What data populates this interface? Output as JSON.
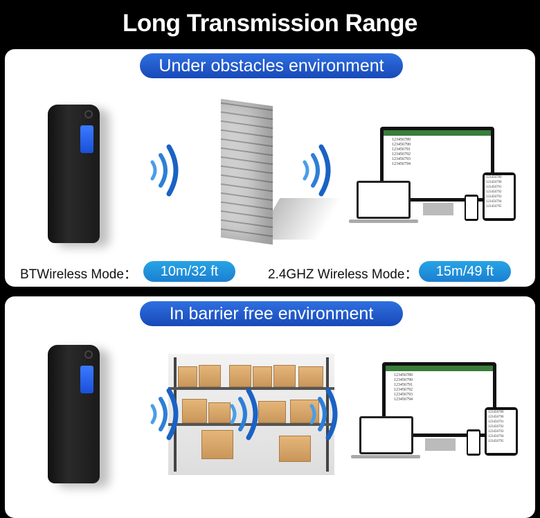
{
  "title": "Long Transmission Range",
  "panel1": {
    "pill": "Under obstacles environment",
    "bt_label": "BTWireless Mode：",
    "bt_value": "10m/32 ft",
    "ghz_label": "2.4GHZ Wireless Mode：",
    "ghz_value": "15m/49 ft"
  },
  "panel2": {
    "pill": "In barrier free environment"
  },
  "screen_numbers": [
    "123456789",
    "123456790",
    "123456791",
    "123456792",
    "123456793",
    "123456794",
    "123456795"
  ],
  "colors": {
    "pill": "#1f57cc",
    "value_pill": "#1f8fdc",
    "scanner_screen": "#2a63ea"
  }
}
